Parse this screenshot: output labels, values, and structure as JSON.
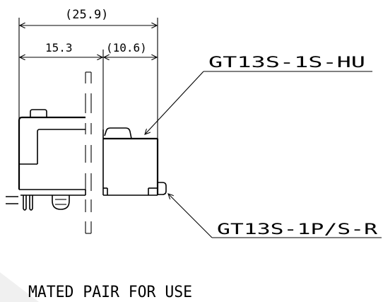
{
  "dimensions": {
    "overall": "(25.9)",
    "left": "15.3",
    "right": "(10.6)"
  },
  "callouts": {
    "upper_part": "GT13S-1S-HU",
    "lower_part": "GT13S-1P/S-R"
  },
  "note": "MATED PAIR FOR USE"
}
